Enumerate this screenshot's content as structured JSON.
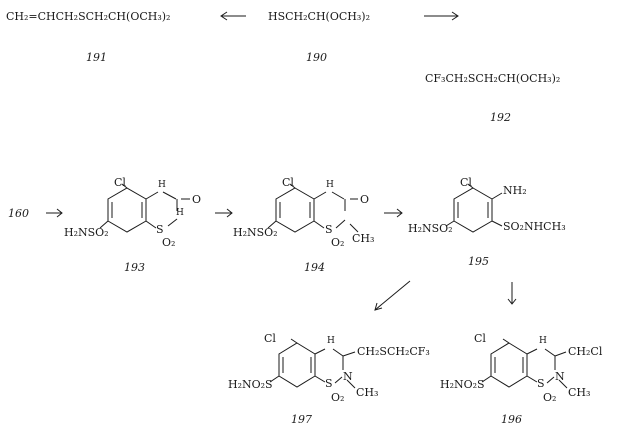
{
  "top": {
    "c191": "CH₂=CHCH₂SCH₂CH(OCH₃)₂",
    "c190": "HSCH₂CH(OCH₃)₂",
    "c192": "CF₃CH₂SCH₂CH(OCH₃)₂",
    "n191": "191",
    "n190": "190",
    "n192": "192"
  },
  "middle": {
    "start": "160",
    "s193": {
      "cl": "Cl",
      "nh": "H",
      "o": "O",
      "nh2": "H",
      "s": "S",
      "o2": "O₂",
      "sub": "H₂NSO₂",
      "num": "193"
    },
    "s194": {
      "cl": "Cl",
      "nh": "H",
      "o": "O",
      "s": "S",
      "o2": "O₂",
      "me": "CH₃",
      "sub": "H₂NSO₂",
      "num": "194"
    },
    "s195": {
      "cl": "Cl",
      "nh2": "NH₂",
      "sub_left": "H₂NSO₂",
      "sub_right": "SO₂NHCH₃",
      "num": "195"
    }
  },
  "bottom": {
    "s197": {
      "cl": "Cl",
      "nh": "H",
      "side": "CH₂SCH₂CF₃",
      "s": "S",
      "n": "N",
      "o2": "O₂",
      "me": "CH₃",
      "sub": "H₂NO₂S",
      "num": "197"
    },
    "s196": {
      "cl": "Cl",
      "nh": "H",
      "side": "CH₂Cl",
      "s": "S",
      "n": "N",
      "o2": "O₂",
      "me": "CH₃",
      "sub": "H₂NO₂S",
      "num": "196"
    }
  }
}
